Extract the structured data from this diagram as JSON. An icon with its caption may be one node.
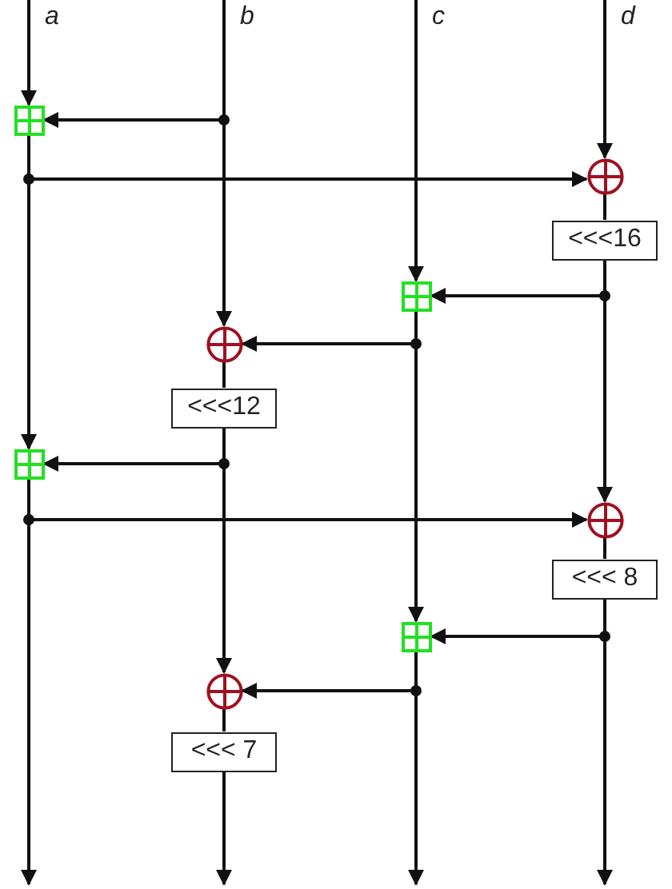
{
  "diagram": {
    "nodes": [
      {
        "text": [],
        "shape": "box"
      },
      {
        "text": [],
        "shape": "circle"
      },
      {
        "text": [
          "<<<16"
        ]
      },
      {
        "text": [],
        "shape": "box"
      },
      {
        "text": [],
        "shape": "circle"
      },
      {
        "text": [
          "<<<12"
        ]
      },
      {
        "text": [],
        "shape": "box"
      },
      {
        "text": [],
        "shape": "circle"
      },
      {
        "text": [
          "<<< 8"
        ]
      },
      {
        "text": [],
        "shape": "box"
      },
      {
        "text": [],
        "shape": "circle"
      },
      {
        "text": [
          "<<< 7"
        ]
      }
    ],
    "edges": [
      {
        "from": null,
        "to": 0,
        "arrow": "to"
      },
      {
        "from": null,
        "to": 0,
        "arrow": "to"
      },
      {
        "from": null,
        "to": 4,
        "arrow": "to"
      },
      {
        "from": null,
        "to": 3,
        "arrow": "to"
      },
      {
        "from": null,
        "to": 1,
        "arrow": "to"
      },
      {
        "from": 0,
        "to": 1,
        "arrow": "to"
      },
      {
        "from": 0,
        "to": 6,
        "arrow": "to"
      },
      {
        "from": 1,
        "to": 2,
        "arrow": "none"
      },
      {
        "from": 2,
        "to": 3,
        "arrow": "to"
      },
      {
        "from": 2,
        "to": 7,
        "arrow": "to"
      },
      {
        "from": 3,
        "to": 4,
        "arrow": "to"
      },
      {
        "from": 3,
        "to": 9,
        "arrow": "to"
      },
      {
        "from": 4,
        "to": 5,
        "arrow": "none"
      },
      {
        "from": 5,
        "to": 6,
        "arrow": "to"
      },
      {
        "from": 5,
        "to": 10,
        "arrow": "to"
      },
      {
        "from": 6,
        "to": 7,
        "arrow": "to"
      },
      {
        "from": 6,
        "to": null,
        "arrow": "to"
      },
      {
        "from": 7,
        "to": 8,
        "arrow": "none"
      },
      {
        "from": 8,
        "to": 9,
        "arrow": "to"
      },
      {
        "from": 8,
        "to": null,
        "arrow": "to"
      },
      {
        "from": 9,
        "to": 10,
        "arrow": "to"
      },
      {
        "from": 9,
        "to": null,
        "arrow": "to"
      },
      {
        "from": 10,
        "to": 11,
        "arrow": "none"
      },
      {
        "from": 11,
        "to": null,
        "arrow": "to"
      }
    ],
    "labels": [
      "a",
      "b",
      "c",
      "d"
    ]
  }
}
